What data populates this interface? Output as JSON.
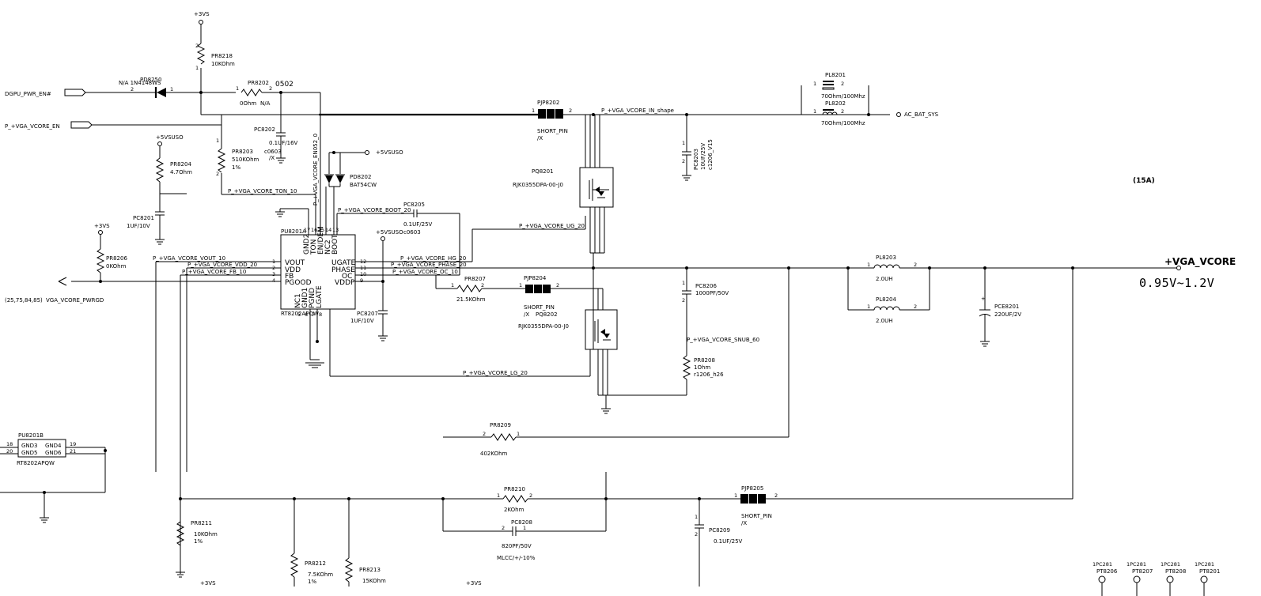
{
  "nets": {
    "p3vs_a": "+3VS",
    "p3vs_b": "+3VS",
    "p3vs_c": "+3VS",
    "p3vs_d": "+3VS",
    "p5vsuso_a": "+5VSUSO",
    "p5vsuso_b": "+5VSUSO",
    "p5vsuso_c": "+5VSUSO",
    "dgpu_pwr_en": "DGPU_PWR_EN#",
    "vga_vcore_en": "P_+VGA_VCORE_EN",
    "vga_vcore_en_052": "P_+VGA_VCORE_EN052_0",
    "ton": "P_+VGA_VCORE_TON_10",
    "boot": "P_+VGA_VCORE_BOOT_20",
    "ug": "P_+VGA_VCORE_UG_20",
    "vout": "P_+VGA_VCORE_VOUT_10",
    "vdd": "P_+VGA_VCORE_VDD_20",
    "fb": "P_+VGA_VCORE_FB_10",
    "hg": "P_+VGA_VCORE_HG_20",
    "phase": "P_+VGA_VCORE_PHASE_20",
    "oc": "P_+VGA_VCORE_OC_10",
    "lg": "P_+VGA_VCORE_LG_20",
    "in_shape": "P_+VGA_VCORE_IN_shape",
    "snub": "P_+VGA_VCORE_SNUB_60",
    "ac_bat_sys": "AC_BAT_SYS",
    "pwrgd_refs": "(25,75,84,85)",
    "pwrgd": "VGA_VCORE_PWRGD",
    "vga_vcore": "+VGA_VCORE",
    "range": "0.95V~1.2V",
    "current": "(15A)"
  },
  "parts": {
    "pr8218": {
      "ref": "PR8218",
      "val": "10KOhm"
    },
    "pd8250": {
      "ref": "PD8250",
      "val": "N/A 1N4148WS"
    },
    "pr8202": {
      "ref": "PR8202",
      "pkg": "0502",
      "val": "0Ohm",
      "na": "N/A"
    },
    "pc8202": {
      "ref": "PC8202",
      "val": "0.1UF/16V"
    },
    "pr8203": {
      "ref": "PR8203",
      "pkg": "c0603",
      "val": "510KOhm",
      "tol": "1%"
    },
    "pd8202": {
      "ref": "PD8202",
      "val": "BAT54CW"
    },
    "pr8204": {
      "ref": "PR8204",
      "val": "4.7Ohm"
    },
    "pc8201": {
      "ref": "PC8201",
      "val": "1UF/10V"
    },
    "pr8206": {
      "ref": "PR8206",
      "val": "0KOhm"
    },
    "pu8201a": {
      "ref": "PU8201A",
      "part": "RT8202APQW"
    },
    "pc8205": {
      "ref": "PC8205",
      "val": "0.1UF/25V",
      "pkg": "c0603"
    },
    "pc8207": {
      "ref": "PC8207",
      "val": "1UF/10V"
    },
    "pr8207": {
      "ref": "PR8207",
      "val": "21.5KOhm"
    },
    "pjp8204": {
      "ref": "PJP8204",
      "val": "SHORT_PIN",
      "ref2": "PQ8202"
    },
    "pjp8202": {
      "ref": "PJP8202",
      "val": "SHORT_PIN"
    },
    "pq8201": {
      "ref": "PQ8201",
      "val": "RJK0355DPA-00-J0"
    },
    "pq8202_part": "RJK0355DPA-00-J0",
    "pc8203": {
      "ref": "PC8203",
      "val": "10UF/25V",
      "pkg": "c1206_V15"
    },
    "pl8201": {
      "ref": "PL8201",
      "val": "70Ohm/100Mhz"
    },
    "pl8202": {
      "ref": "PL8202",
      "val": "70Ohm/100Mhz"
    },
    "pc8206": {
      "ref": "PC8206",
      "val": "1000PF/50V"
    },
    "pr8208": {
      "ref": "PR8208",
      "val": "1Ohm",
      "pkg": "r1206_h26"
    },
    "pl8203": {
      "ref": "PL8203",
      "val": "2.0UH"
    },
    "pl8204": {
      "ref": "PL8204",
      "val": "2.0UH"
    },
    "pce8201": {
      "ref": "PCE8201",
      "val": "220UF/2V"
    },
    "pr8209": {
      "ref": "PR8209",
      "val": "402KOhm"
    },
    "pr8210": {
      "ref": "PR8210",
      "val": "2KOhm"
    },
    "pc8208": {
      "ref": "PC8208",
      "val": "820PF/50V",
      "tol": "MLCC/+/-10%"
    },
    "pjp8205": {
      "ref": "PJP8205",
      "val": "SHORT_PIN"
    },
    "pc8209": {
      "ref": "PC8209",
      "val": "0.1UF/25V"
    },
    "pr8211": {
      "ref": "PR8211",
      "val": "10KOhm",
      "tol": "1%"
    },
    "pr8212": {
      "ref": "PR8212",
      "val": "7.5KOhm",
      "tol": "1%"
    },
    "pr8213": {
      "ref": "PR8213",
      "val": "15KOhm"
    },
    "pu8201b": {
      "ref": "PU8201B",
      "part": "RT8202APQW"
    },
    "test_points": [
      "PT8206",
      "PT8207",
      "PT8208",
      "PT8201"
    ],
    "tp_prefix": "1PC281",
    "na_mark": "/X"
  },
  "ic_pins_left": [
    "VOUT",
    "VDD",
    "FB",
    "PGOOD"
  ],
  "ic_pins_right": [
    "UGATE",
    "PHASE",
    "OC",
    "VDDP"
  ],
  "ic_pins_top": [
    "GND2",
    "TON",
    "EN/DEM",
    "NC2",
    "BOOT"
  ],
  "ic_pins_bottom": [
    "NC1",
    "GND1",
    "PGND",
    "LGATE"
  ],
  "gnd_pins": [
    "GND3",
    "GND4",
    "GND5",
    "GND6"
  ],
  "pin_numbers": {
    "left": [
      "1",
      "2",
      "3",
      "4"
    ],
    "right": [
      "12",
      "11",
      "10",
      "9"
    ],
    "top": [
      "17",
      "16",
      "15",
      "14",
      "13"
    ],
    "bottom": [
      "5",
      "6",
      "7",
      "8"
    ],
    "gnd_left": [
      "18",
      "20"
    ],
    "gnd_right": [
      "19",
      "21"
    ]
  }
}
